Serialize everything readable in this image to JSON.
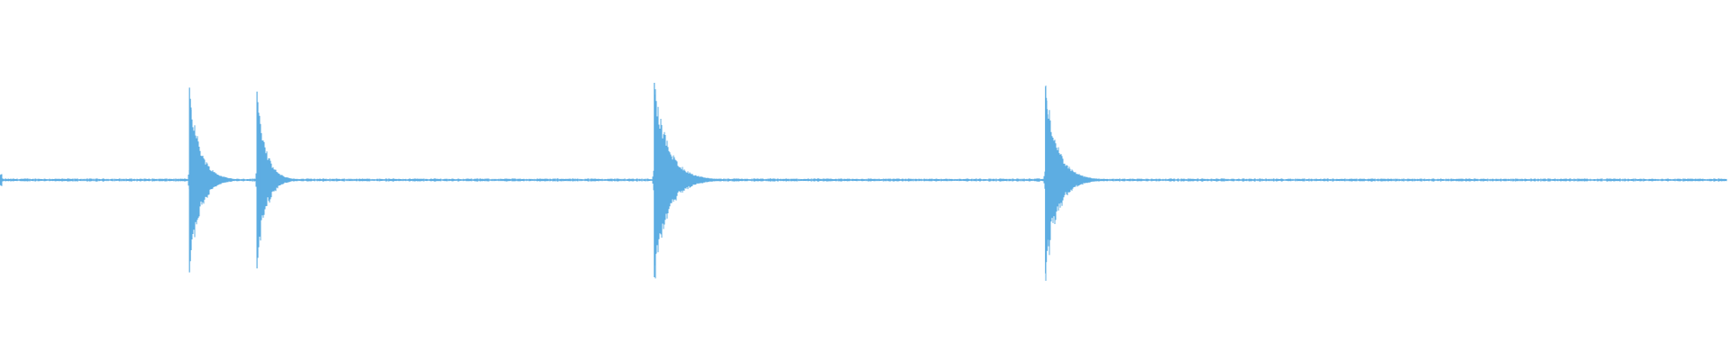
{
  "waveform": {
    "color": "#5dade2",
    "background": "#ffffff",
    "duration": 1.0,
    "transients": [
      {
        "position": 0.1095,
        "amplitude": 0.95,
        "decay": 0.006
      },
      {
        "position": 0.1485,
        "amplitude": 0.91,
        "decay": 0.005
      },
      {
        "position": 0.378,
        "amplitude": 1.0,
        "decay": 0.008
      },
      {
        "position": 0.604,
        "amplitude": 0.96,
        "decay": 0.007
      }
    ],
    "noise_floor": 0.012
  }
}
